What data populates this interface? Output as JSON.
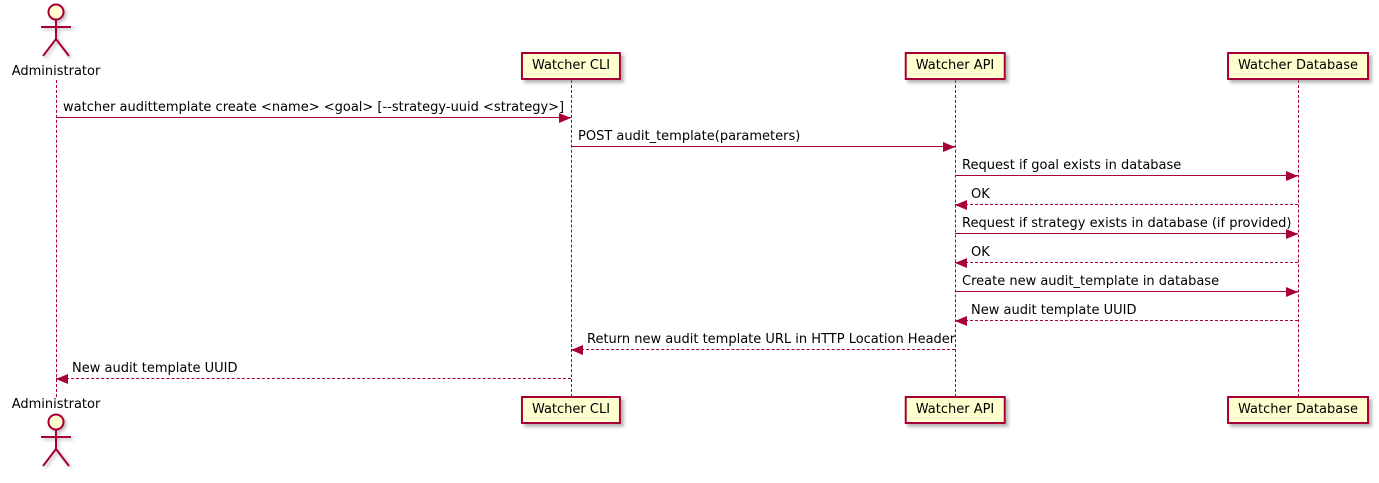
{
  "diagram": {
    "type": "sequence",
    "colors": {
      "line": "#A80036",
      "box_fill": "#FEFECE",
      "text": "#000000",
      "background": "#FFFFFF"
    },
    "actors": [
      {
        "id": "admin",
        "kind": "actor",
        "label": "Administrator"
      },
      {
        "id": "cli",
        "kind": "participant",
        "label": "Watcher CLI"
      },
      {
        "id": "api",
        "kind": "participant",
        "label": "Watcher API"
      },
      {
        "id": "db",
        "kind": "participant",
        "label": "Watcher Database"
      }
    ],
    "messages": [
      {
        "from": "admin",
        "to": "cli",
        "style": "solid",
        "label": "watcher audittemplate create <name> <goal> [--strategy-uuid <strategy>]"
      },
      {
        "from": "cli",
        "to": "api",
        "style": "solid",
        "label": "POST audit_template(parameters)"
      },
      {
        "from": "api",
        "to": "db",
        "style": "solid",
        "label": "Request if goal exists in database"
      },
      {
        "from": "db",
        "to": "api",
        "style": "dashed",
        "label": "OK"
      },
      {
        "from": "api",
        "to": "db",
        "style": "solid",
        "label": "Request if strategy exists in database (if provided)"
      },
      {
        "from": "db",
        "to": "api",
        "style": "dashed",
        "label": "OK"
      },
      {
        "from": "api",
        "to": "db",
        "style": "solid",
        "label": "Create new audit_template in database"
      },
      {
        "from": "db",
        "to": "api",
        "style": "dashed",
        "label": "New audit template UUID"
      },
      {
        "from": "api",
        "to": "cli",
        "style": "dashed",
        "label": "Return new audit template URL in HTTP Location Header"
      },
      {
        "from": "cli",
        "to": "admin",
        "style": "dashed",
        "label": "New audit template UUID"
      }
    ]
  }
}
